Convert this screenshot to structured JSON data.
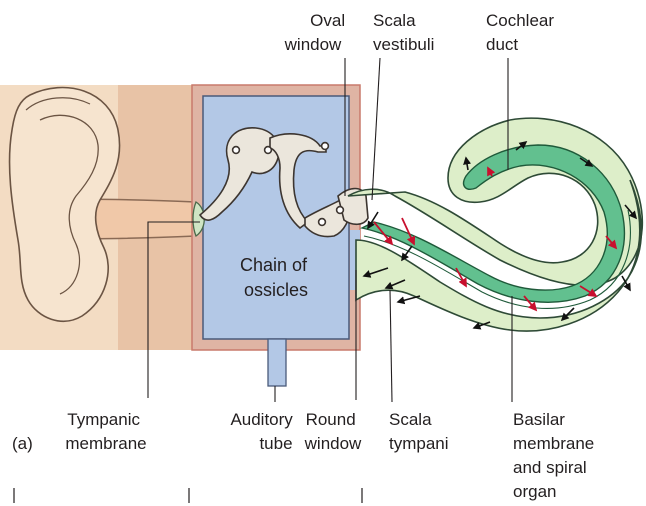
{
  "figure": {
    "panel_letter": "(a)",
    "labels": {
      "oval_window": [
        "Oval",
        "window"
      ],
      "scala_vestibuli": [
        "Scala",
        "vestibuli"
      ],
      "cochlear_duct": [
        "Cochlear",
        "duct"
      ],
      "chain_of_ossicles": [
        "Chain of",
        "ossicles"
      ],
      "tympanic_membrane": [
        "Tympanic",
        "membrane"
      ],
      "auditory_tube": [
        "Auditory",
        "tube"
      ],
      "round_window": [
        "Round",
        "window"
      ],
      "scala_tympani": [
        "Scala",
        "tympani"
      ],
      "basilar_membrane": [
        "Basilar",
        "membrane",
        "and spiral",
        "organ"
      ]
    }
  },
  "colors": {
    "skin": "#f3dcc3",
    "skin_shadow": "#e8c3a6",
    "middle_ear_bg": "#dfb4a4",
    "middle_ear_border": "#c97a6c",
    "middle_ear_cavity": "#b3c8e6",
    "bone": "#ebe6dc",
    "cochlea_outer": "#ddeec9",
    "cochlear_duct": "#62c08f",
    "arrow_red": "#c8102e",
    "arrow_black": "#111111"
  }
}
